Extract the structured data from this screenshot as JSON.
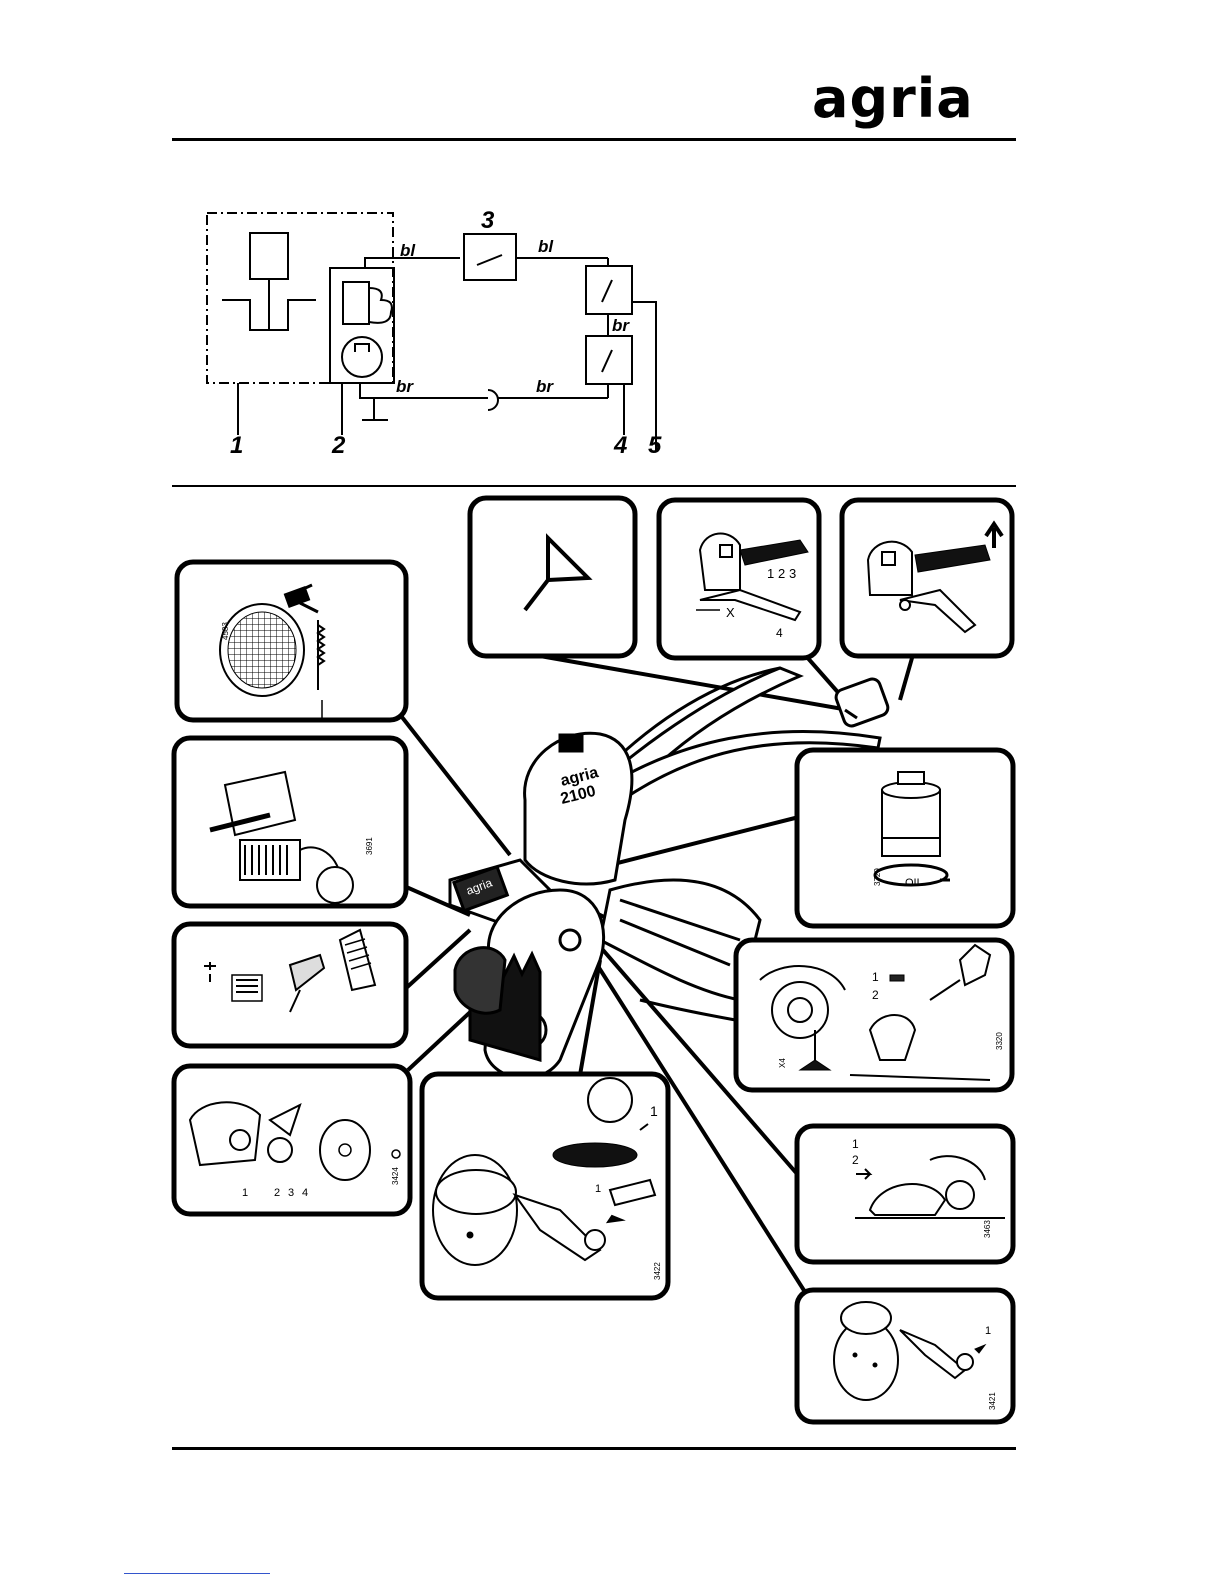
{
  "header": {
    "logo_text": "agria"
  },
  "wiring": {
    "wires": {
      "top_left": "bl",
      "top_right": "bl",
      "middle": "br",
      "bottom_left": "br",
      "bottom_right": "br"
    },
    "callouts": [
      "1",
      "2",
      "3",
      "4",
      "5"
    ]
  },
  "panels": {
    "handle_detail_numbers": [
      "1",
      "2",
      "3",
      "4"
    ],
    "handle_detail_x": "X",
    "carb_detail_numbers": [
      "1",
      "2",
      "3",
      "4"
    ],
    "drain_detail_numbers": [
      "1",
      "2"
    ],
    "side_drain_numbers": [
      "1",
      "2"
    ],
    "tine_detail_number": "1",
    "tine_detail2_number": "1",
    "lower_tine_number": "1",
    "oil_filter_label": "OIL",
    "machine_badge_top": "agria",
    "machine_badge_model": "2100",
    "engine_label": "agria",
    "codes": {
      "recoil": "4583",
      "cylinder": "3691",
      "drain": "3320",
      "drain_left": "X4",
      "side_drain": "3463",
      "carb": "3424",
      "tine": "3422",
      "lower_tine": "3421",
      "oil_filter": "3729"
    }
  }
}
